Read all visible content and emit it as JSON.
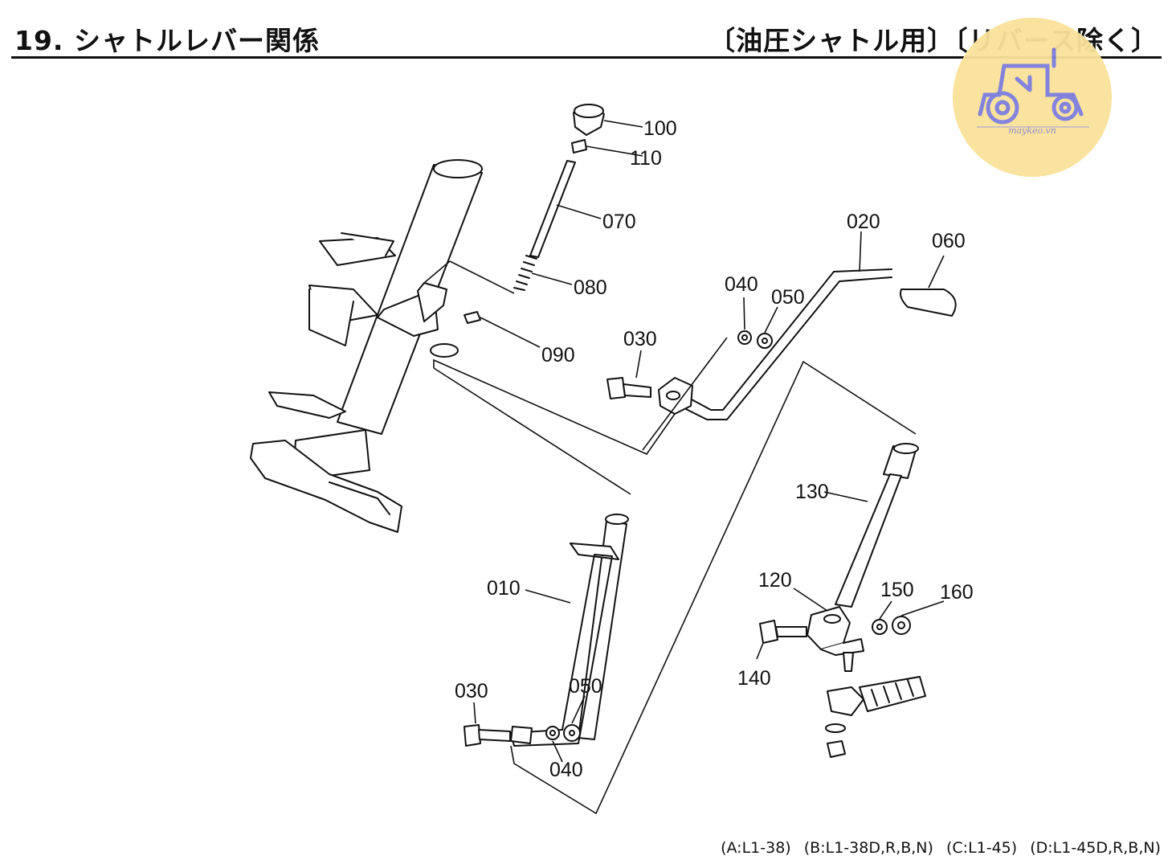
{
  "header": {
    "title": "19. シャトルレバー関係",
    "subtitle": "〔油圧シャトル用〕〔リバース除く〕"
  },
  "logo": {
    "text": "maykeo.vn",
    "color": "#f9e29a"
  },
  "parts": {
    "p100": "100",
    "p110": "110",
    "p070": "070",
    "p080": "080",
    "p090": "090",
    "p020": "020",
    "p060": "060",
    "p040a": "040",
    "p050a": "050",
    "p030a": "030",
    "p130": "130",
    "p120": "120",
    "p150": "150",
    "p160": "160",
    "p140": "140",
    "p010": "010",
    "p030b": "030",
    "p050b": "050",
    "p040b": "040"
  },
  "footer": {
    "models": [
      "(A:L1-38)",
      "(B:L1-38D,R,B,N)",
      "(C:L1-45)",
      "(D:L1-45D,R,B,N)"
    ]
  }
}
